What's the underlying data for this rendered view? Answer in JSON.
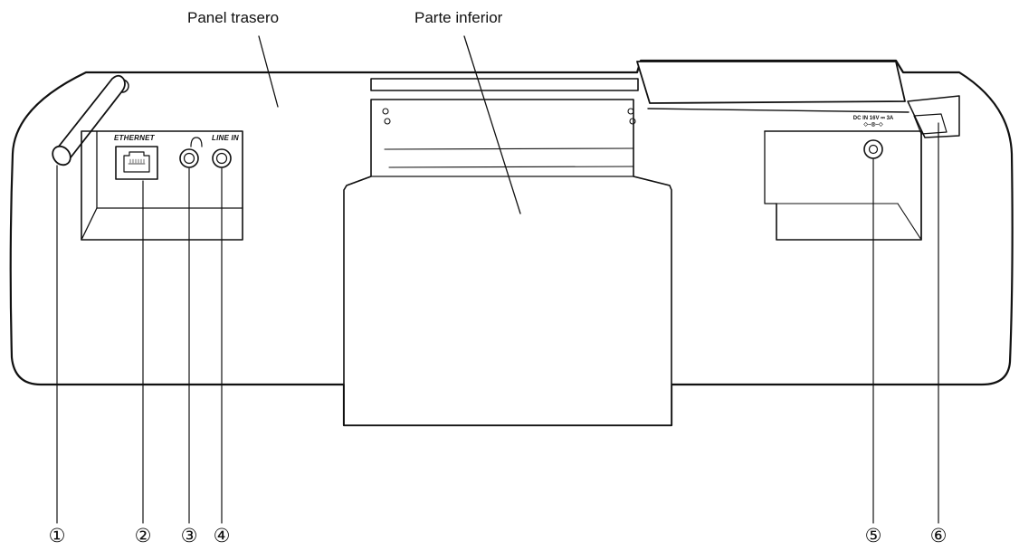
{
  "labels": {
    "rear_panel": "Panel trasero",
    "bottom": "Parte inferior",
    "ethernet": "ETHERNET",
    "line_in": "LINE IN",
    "dc_in": "DC IN 16V ⎓ 3A",
    "dc_polarity": "◇–◎–◇"
  },
  "callouts": [
    "①",
    "②",
    "③",
    "④",
    "⑤",
    "⑥"
  ],
  "icons": {
    "headphones": "headphones-icon"
  }
}
